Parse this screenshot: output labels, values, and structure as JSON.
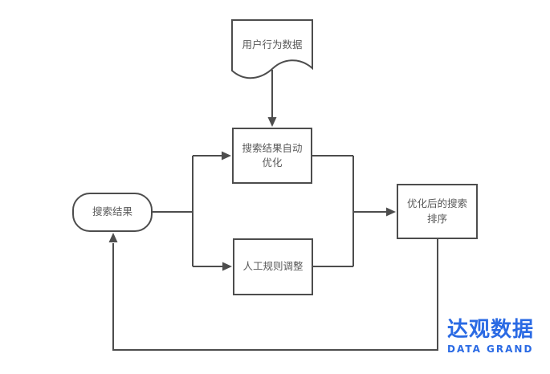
{
  "colors": {
    "stroke": "#4d4d4d",
    "text": "#595959",
    "logo_blue": "#2a6ae4"
  },
  "diagram": {
    "nodes": {
      "user_behavior_data": {
        "lines": [
          "用户行为数据"
        ]
      },
      "auto_optimization": {
        "lines": [
          "搜索结果自动",
          "优化"
        ]
      },
      "search_results": {
        "lines": [
          "搜索结果"
        ]
      },
      "manual_rules": {
        "lines": [
          "人工规则调整"
        ]
      },
      "optimized_ranking": {
        "lines": [
          "优化后的搜索",
          "排序"
        ]
      }
    },
    "edges": [
      "user_behavior_data -> auto_optimization",
      "search_results -> auto_optimization",
      "search_results -> manual_rules",
      "auto_optimization -> optimized_ranking",
      "manual_rules -> optimized_ranking",
      "optimized_ranking -> search_results"
    ]
  },
  "logo": {
    "cn": "达观数据",
    "en": "DATA GRAND"
  }
}
